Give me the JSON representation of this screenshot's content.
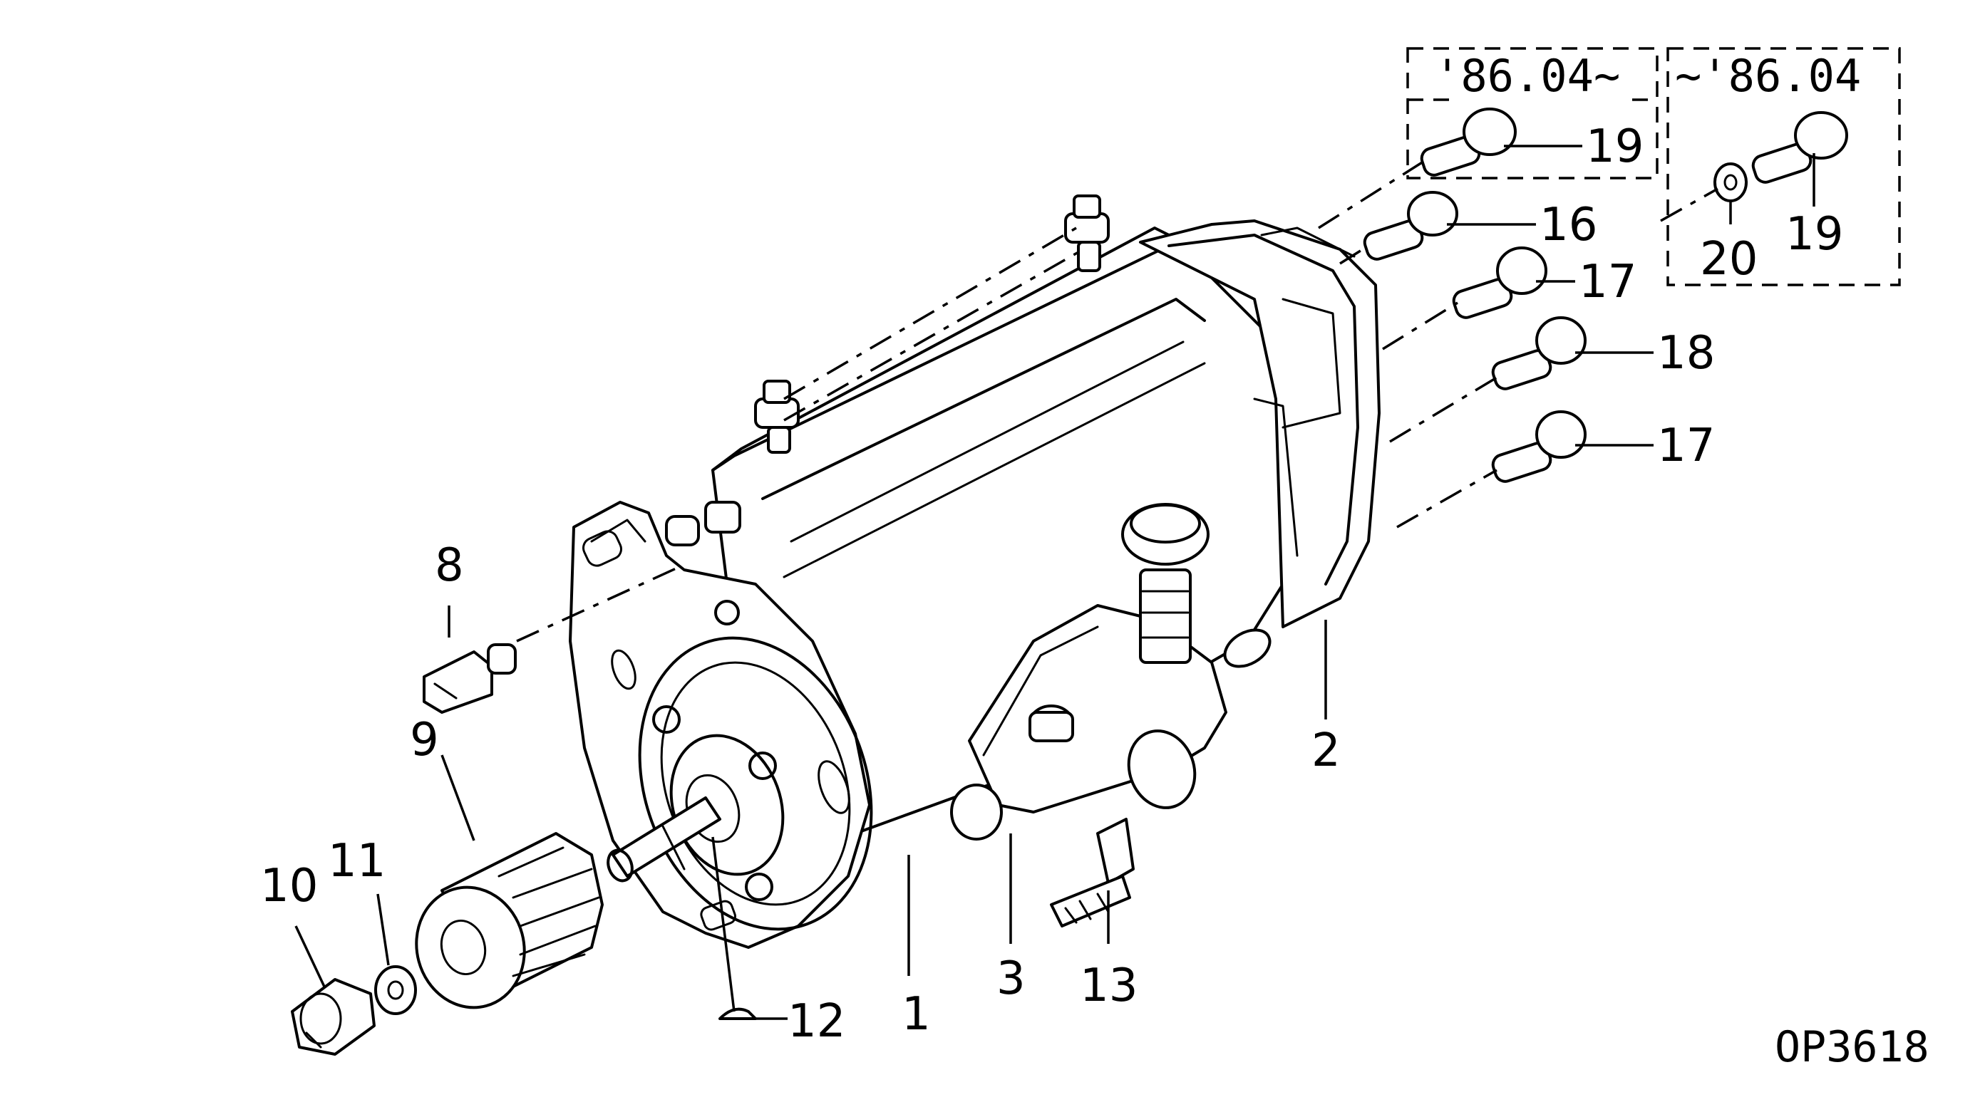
{
  "diagram": {
    "drawing_code": "OP3618",
    "variant_boxes": [
      {
        "id": "from-86-04",
        "label": "'86.04~"
      },
      {
        "id": "until-86-04",
        "label": "~'86.04"
      }
    ],
    "callouts": {
      "c1": "1",
      "c2": "2",
      "c3": "3",
      "c8": "8",
      "c9": "9",
      "c10": "10",
      "c11": "11",
      "c12": "12",
      "c13": "13",
      "c16": "16",
      "c17a": "17",
      "c17b": "17",
      "c18": "18",
      "c19a": "19",
      "c19b": "19",
      "c20": "20"
    }
  }
}
